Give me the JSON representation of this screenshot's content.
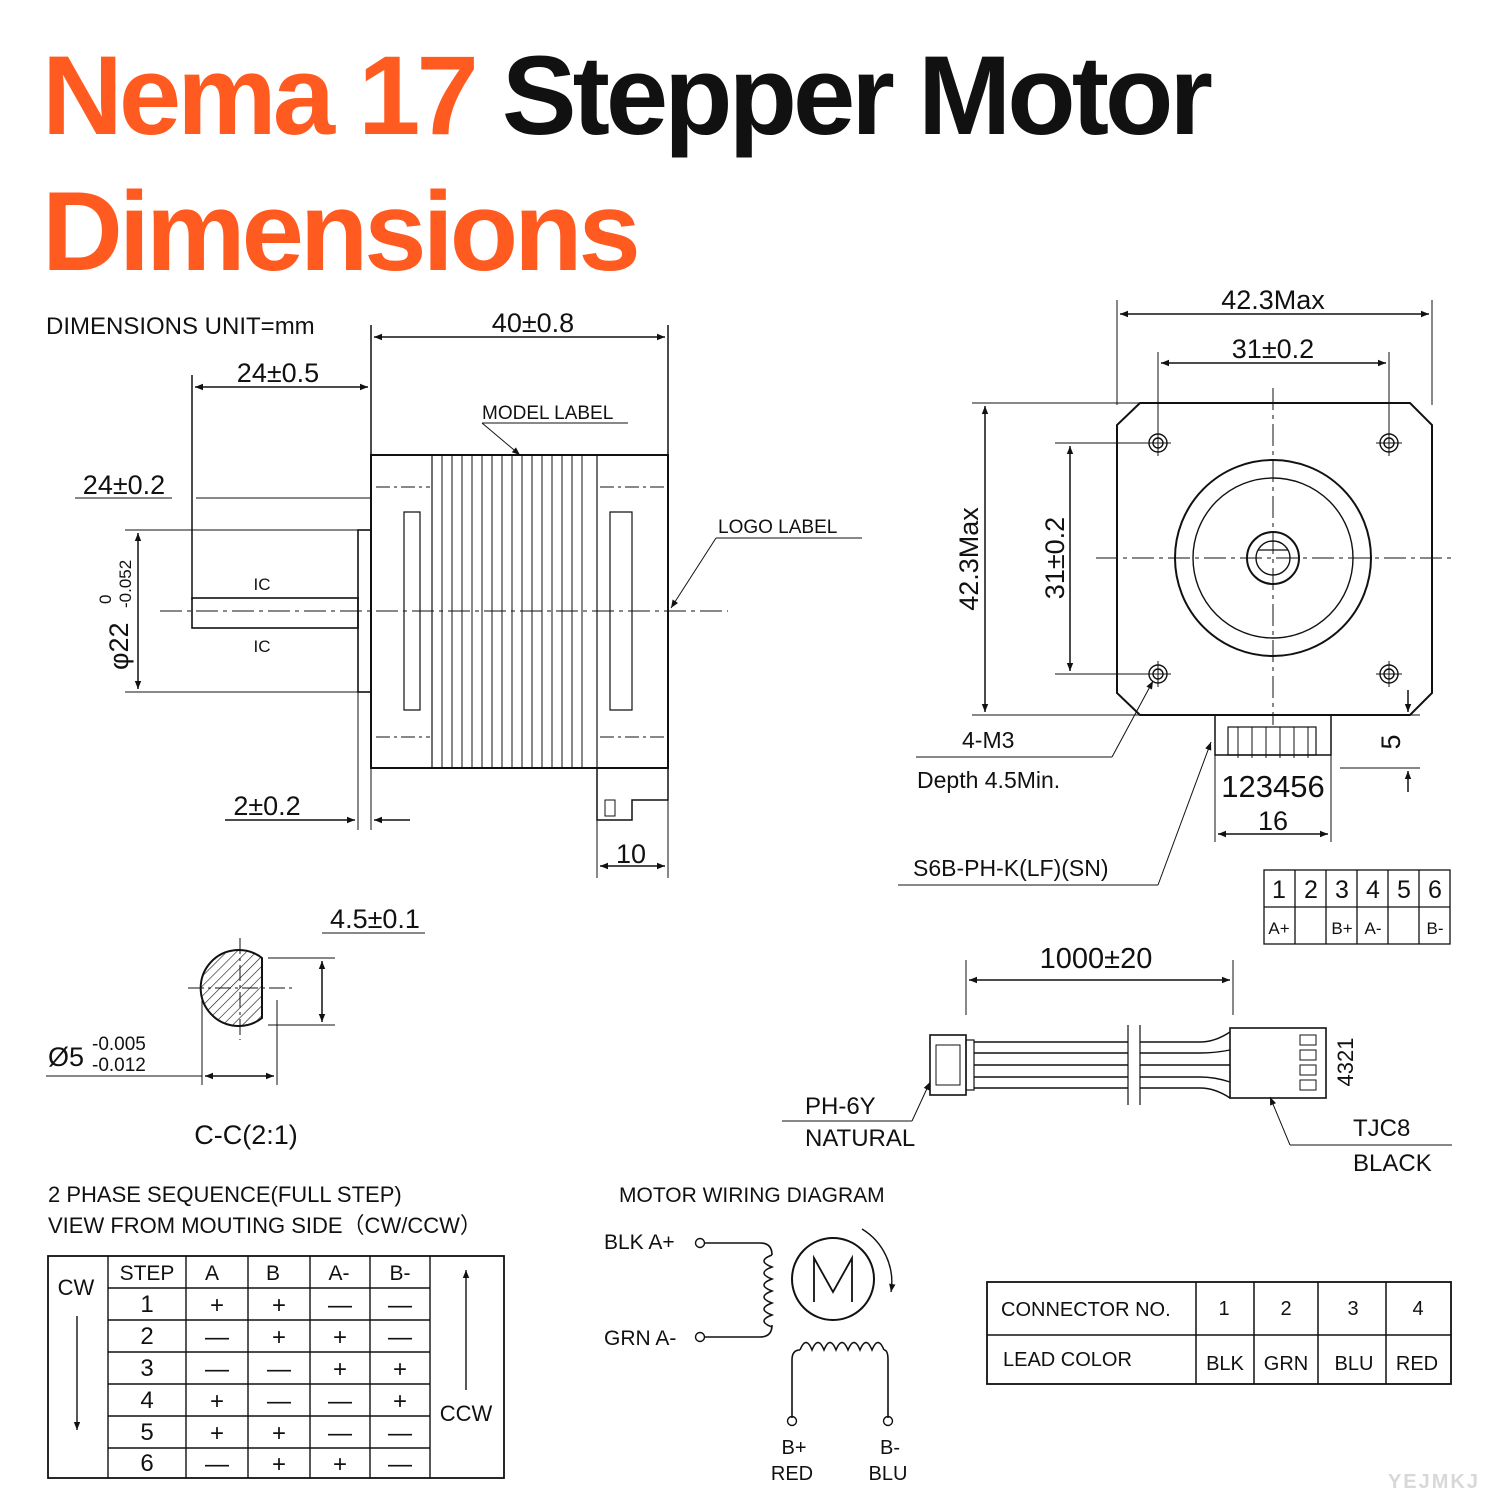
{
  "title": {
    "part1": "Nema 17",
    "part2": "Stepper Motor",
    "part3": "Dimensions"
  },
  "colors": {
    "accent": "#ff5a1f",
    "ink": "#111111"
  },
  "side_view": {
    "unit_note": "DIMENSIONS UNIT=mm",
    "body_length": "40±0.8",
    "shaft_length": "24±0.5",
    "flat_length": "24±0.2",
    "model_label": "MODEL LABEL",
    "logo_label": "LOGO LABEL",
    "boss_dia_main": "φ22",
    "boss_dia_upper": "0",
    "boss_dia_lower": "-0.052",
    "ic_top": "IC",
    "ic_bottom": "IC",
    "boss_height": "2±0.2",
    "connector_offset": "10"
  },
  "front_view": {
    "outer_width": "42.3Max",
    "hole_spacing_h": "31±0.2",
    "outer_height": "42.3Max",
    "hole_spacing_v": "31±0.2",
    "mount_thread": "4-M3",
    "mount_depth": "Depth 4.5Min.",
    "connector_pins": "123456",
    "connector_width": "16",
    "connector_depth": "5",
    "connector_part": "S6B-PH-K(LF)(SN)"
  },
  "pin_table": {
    "numbers": [
      "1",
      "2",
      "3",
      "4",
      "5",
      "6"
    ],
    "signals": [
      "A+",
      "",
      "B+",
      "A-",
      "",
      "B-"
    ]
  },
  "shaft_section": {
    "flat_depth": "4.5±0.1",
    "dia_main": "Ø5",
    "dia_upper": "-0.005",
    "dia_lower": "-0.012",
    "caption": "C-C(2:1)"
  },
  "cable": {
    "length": "1000±20",
    "motor_conn_name": "PH-6Y",
    "motor_conn_color": "NATURAL",
    "end_conn_name": "TJC8",
    "end_conn_color": "BLACK",
    "end_pins": "4321"
  },
  "phase_sequence": {
    "heading_line1": "2 PHASE SEQUENCE(FULL STEP)",
    "heading_line2": "VIEW FROM MOUTING SIDE（CW/CCW）",
    "cw_label": "CW",
    "ccw_label": "CCW",
    "headers": [
      "STEP",
      "A",
      "B",
      "A-",
      "B-"
    ],
    "rows": [
      [
        "1",
        "+",
        "+",
        "—",
        "—"
      ],
      [
        "2",
        "—",
        "+",
        "+",
        "—"
      ],
      [
        "3",
        "—",
        "—",
        "+",
        "+"
      ],
      [
        "4",
        "+",
        "—",
        "—",
        "+"
      ],
      [
        "5",
        "+",
        "+",
        "—",
        "—"
      ],
      [
        "6",
        "—",
        "+",
        "+",
        "—"
      ]
    ]
  },
  "wiring": {
    "title": "MOTOR WIRING  DIAGRAM",
    "a_plus": "BLK  A+",
    "a_minus": "GRN  A-",
    "motor_letter": "M",
    "b_plus": "B+",
    "b_plus_color": "RED",
    "b_minus": "B-",
    "b_minus_color": "BLU"
  },
  "connector_table": {
    "row1_label": "CONNECTOR NO.",
    "row2_label": "LEAD COLOR",
    "numbers": [
      "1",
      "2",
      "3",
      "4"
    ],
    "colors": [
      "BLK",
      "GRN",
      "BLU",
      "RED"
    ]
  },
  "watermark": "YEJMKJ"
}
